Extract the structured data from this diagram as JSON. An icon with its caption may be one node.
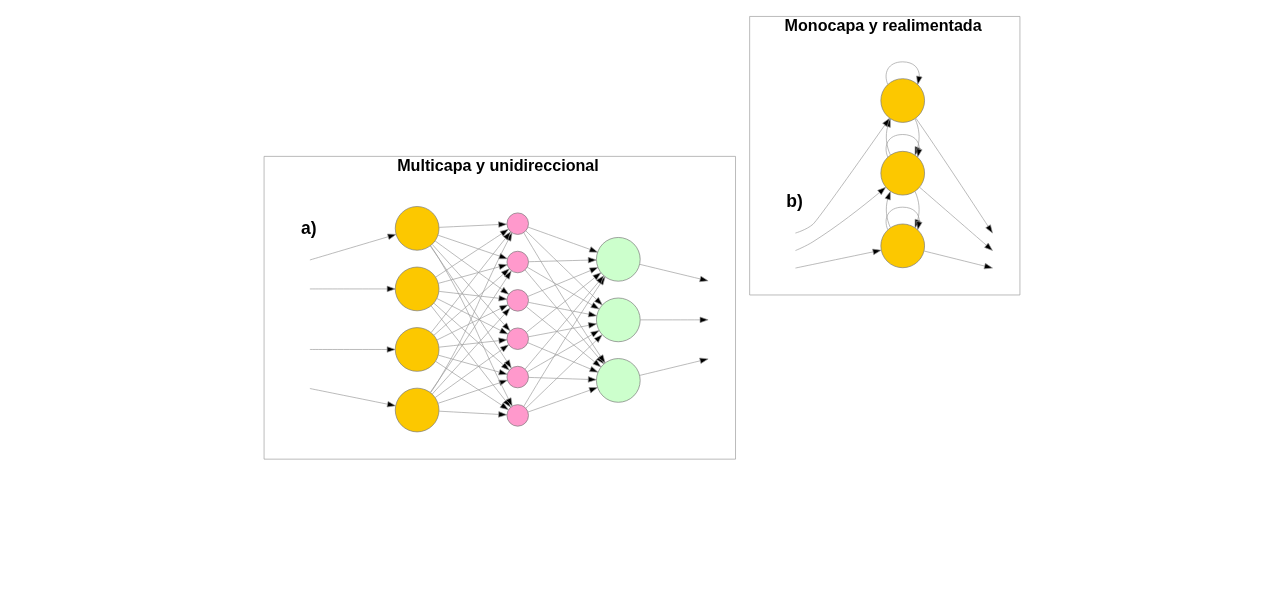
{
  "diagram": {
    "nodes": [
      {
        "text": [
          "Multicapa y unidireccional",
          "a)"
        ]
      },
      {
        "text": [],
        "shape": "circle",
        "in": 0
      },
      {
        "text": [],
        "shape": "circle",
        "in": 0
      },
      {
        "text": [],
        "shape": "circle",
        "in": 0
      },
      {
        "text": [],
        "shape": "circle",
        "in": 0
      },
      {
        "text": [],
        "shape": "circle",
        "in": 0
      },
      {
        "text": [],
        "shape": "circle",
        "in": 0
      },
      {
        "text": [],
        "shape": "circle",
        "in": 0
      },
      {
        "text": [],
        "shape": "circle",
        "in": 0
      },
      {
        "text": [],
        "shape": "circle",
        "in": 0
      },
      {
        "text": [],
        "shape": "circle",
        "in": 0
      },
      {
        "text": [],
        "shape": "circle",
        "in": 0
      },
      {
        "text": [],
        "shape": "circle",
        "in": 0
      },
      {
        "text": [],
        "shape": "circle",
        "in": 0
      },
      {
        "text": [
          "Monocapa y realimentada",
          "b)"
        ]
      },
      {
        "text": [],
        "shape": "circle",
        "in": 14
      },
      {
        "text": [],
        "shape": "circle",
        "in": 14
      },
      {
        "text": [],
        "shape": "circle",
        "in": 14
      }
    ],
    "edges": [
      {
        "from": null,
        "to": 1,
        "arrow": "to"
      },
      {
        "from": null,
        "to": 2,
        "arrow": "to"
      },
      {
        "from": null,
        "to": 3,
        "arrow": "to"
      },
      {
        "from": null,
        "to": 4,
        "arrow": "to"
      },
      {
        "from": 1,
        "to": 5,
        "arrow": "to"
      },
      {
        "from": 1,
        "to": 6,
        "arrow": "to"
      },
      {
        "from": 1,
        "to": 7,
        "arrow": "to"
      },
      {
        "from": 1,
        "to": 8,
        "arrow": "to"
      },
      {
        "from": 1,
        "to": 9,
        "arrow": "to"
      },
      {
        "from": 1,
        "to": 10,
        "arrow": "to"
      },
      {
        "from": 2,
        "to": 5,
        "arrow": "to"
      },
      {
        "from": 2,
        "to": 6,
        "arrow": "to"
      },
      {
        "from": 2,
        "to": 7,
        "arrow": "to"
      },
      {
        "from": 2,
        "to": 8,
        "arrow": "to"
      },
      {
        "from": 2,
        "to": 9,
        "arrow": "to"
      },
      {
        "from": 2,
        "to": 10,
        "arrow": "to"
      },
      {
        "from": 3,
        "to": 5,
        "arrow": "to"
      },
      {
        "from": 3,
        "to": 6,
        "arrow": "to"
      },
      {
        "from": 3,
        "to": 7,
        "arrow": "to"
      },
      {
        "from": 3,
        "to": 8,
        "arrow": "to"
      },
      {
        "from": 3,
        "to": 9,
        "arrow": "to"
      },
      {
        "from": 3,
        "to": 10,
        "arrow": "to"
      },
      {
        "from": 4,
        "to": 5,
        "arrow": "to"
      },
      {
        "from": 4,
        "to": 6,
        "arrow": "to"
      },
      {
        "from": 4,
        "to": 7,
        "arrow": "to"
      },
      {
        "from": 4,
        "to": 8,
        "arrow": "to"
      },
      {
        "from": 4,
        "to": 9,
        "arrow": "to"
      },
      {
        "from": 4,
        "to": 10,
        "arrow": "to"
      },
      {
        "from": 5,
        "to": 11,
        "arrow": "to"
      },
      {
        "from": 5,
        "to": 12,
        "arrow": "to"
      },
      {
        "from": 5,
        "to": 13,
        "arrow": "to"
      },
      {
        "from": 6,
        "to": 11,
        "arrow": "to"
      },
      {
        "from": 6,
        "to": 12,
        "arrow": "to"
      },
      {
        "from": 6,
        "to": 13,
        "arrow": "to"
      },
      {
        "from": 7,
        "to": 11,
        "arrow": "to"
      },
      {
        "from": 7,
        "to": 12,
        "arrow": "to"
      },
      {
        "from": 7,
        "to": 13,
        "arrow": "to"
      },
      {
        "from": 8,
        "to": 11,
        "arrow": "to"
      },
      {
        "from": 8,
        "to": 12,
        "arrow": "to"
      },
      {
        "from": 8,
        "to": 13,
        "arrow": "to"
      },
      {
        "from": 9,
        "to": 11,
        "arrow": "to"
      },
      {
        "from": 9,
        "to": 12,
        "arrow": "to"
      },
      {
        "from": 9,
        "to": 13,
        "arrow": "to"
      },
      {
        "from": 10,
        "to": 11,
        "arrow": "to"
      },
      {
        "from": 10,
        "to": 12,
        "arrow": "to"
      },
      {
        "from": 10,
        "to": 13,
        "arrow": "to"
      },
      {
        "from": 11,
        "to": null,
        "arrow": "to"
      },
      {
        "from": 12,
        "to": null,
        "arrow": "to"
      },
      {
        "from": 13,
        "to": null,
        "arrow": "to"
      },
      {
        "from": null,
        "to": 15,
        "arrow": "to"
      },
      {
        "from": null,
        "to": 16,
        "arrow": "to"
      },
      {
        "from": null,
        "to": 17,
        "arrow": "to"
      },
      {
        "from": 15,
        "to": 15,
        "arrow": "to"
      },
      {
        "from": 16,
        "to": 16,
        "arrow": "to"
      },
      {
        "from": 17,
        "to": 17,
        "arrow": "to"
      },
      {
        "from": 15,
        "to": null,
        "arrow": "to"
      },
      {
        "from": 16,
        "to": null,
        "arrow": "to"
      },
      {
        "from": 17,
        "to": null,
        "arrow": "to"
      },
      {
        "from": 15,
        "to": 16,
        "arrow": "to"
      },
      {
        "from": 16,
        "to": 15,
        "arrow": "to"
      },
      {
        "from": 16,
        "to": 17,
        "arrow": "to"
      },
      {
        "from": 17,
        "to": 16,
        "arrow": "to"
      }
    ]
  }
}
